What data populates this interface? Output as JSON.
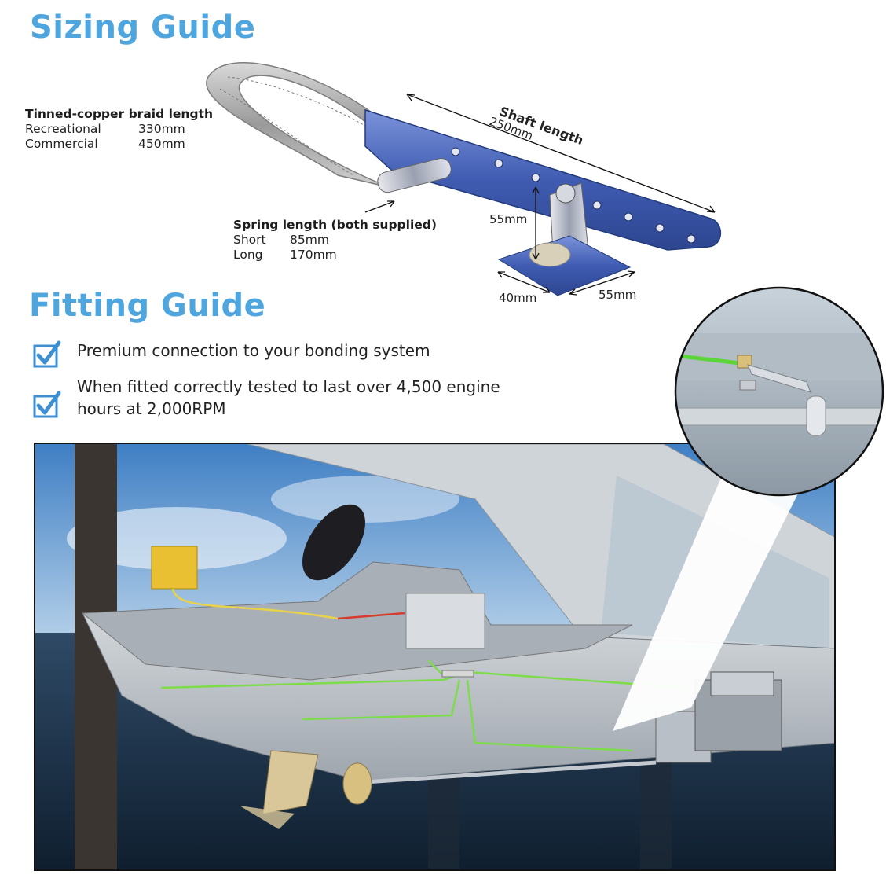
{
  "sizing": {
    "heading": "Sizing Guide",
    "braid": {
      "title": "Tinned-copper braid length",
      "rows": [
        {
          "label": "Recreational",
          "value": "330mm"
        },
        {
          "label": "Commercial",
          "value": "450mm"
        }
      ]
    },
    "spring": {
      "title": "Spring length (both supplied)",
      "rows": [
        {
          "label": "Short",
          "value": "85mm"
        },
        {
          "label": "Long",
          "value": "170mm"
        }
      ]
    },
    "shaft": {
      "title": "Shaft length",
      "value": "250mm"
    },
    "dims": {
      "height": "55mm",
      "depth": "40mm",
      "width": "55mm"
    }
  },
  "fitting": {
    "heading": "Fitting Guide",
    "items": [
      "Premium connection to your bonding system",
      "When fitted correctly tested to last over 4,500 engine hours at 2,000RPM"
    ]
  },
  "colors": {
    "accent": "#4fa6de",
    "checkbox": "#3d8fd1",
    "bond_wire": "#7ddc4c",
    "braid": "#a9a9a9",
    "clamp": "#4a66b8"
  },
  "icons": {
    "check": "checkbox-checked-icon",
    "product": "shaft-brush-illustration",
    "boat": "boat-cutaway-illustration"
  }
}
